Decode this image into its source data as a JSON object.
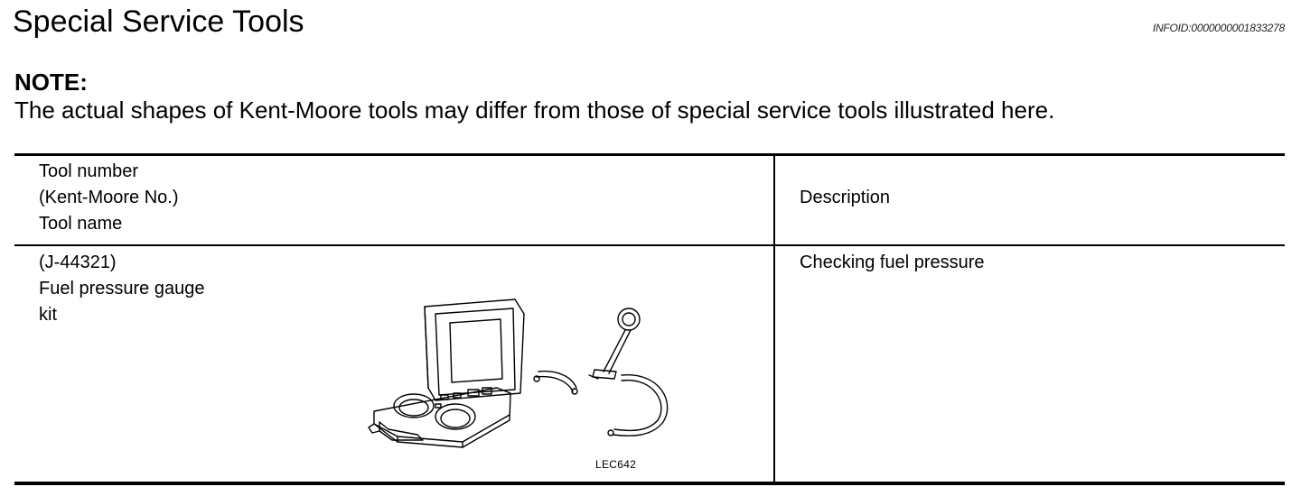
{
  "page": {
    "title": "Special Service Tools",
    "info_id": "INFOID:0000000001833278"
  },
  "note": {
    "label": "NOTE:",
    "text": "The actual shapes of Kent-Moore tools may differ from those of special service tools illustrated here."
  },
  "table": {
    "header": {
      "col1_lines": [
        "Tool number",
        "(Kent-Moore No.)",
        "Tool name"
      ],
      "col2": "Description"
    },
    "rows": [
      {
        "tool_lines": [
          "(J-44321)",
          "Fuel pressure gauge",
          "kit"
        ],
        "description": "Checking fuel pressure",
        "figure_code": "LEC642",
        "figure_icon": "fuel-pressure-gauge-kit-illustration"
      }
    ]
  }
}
